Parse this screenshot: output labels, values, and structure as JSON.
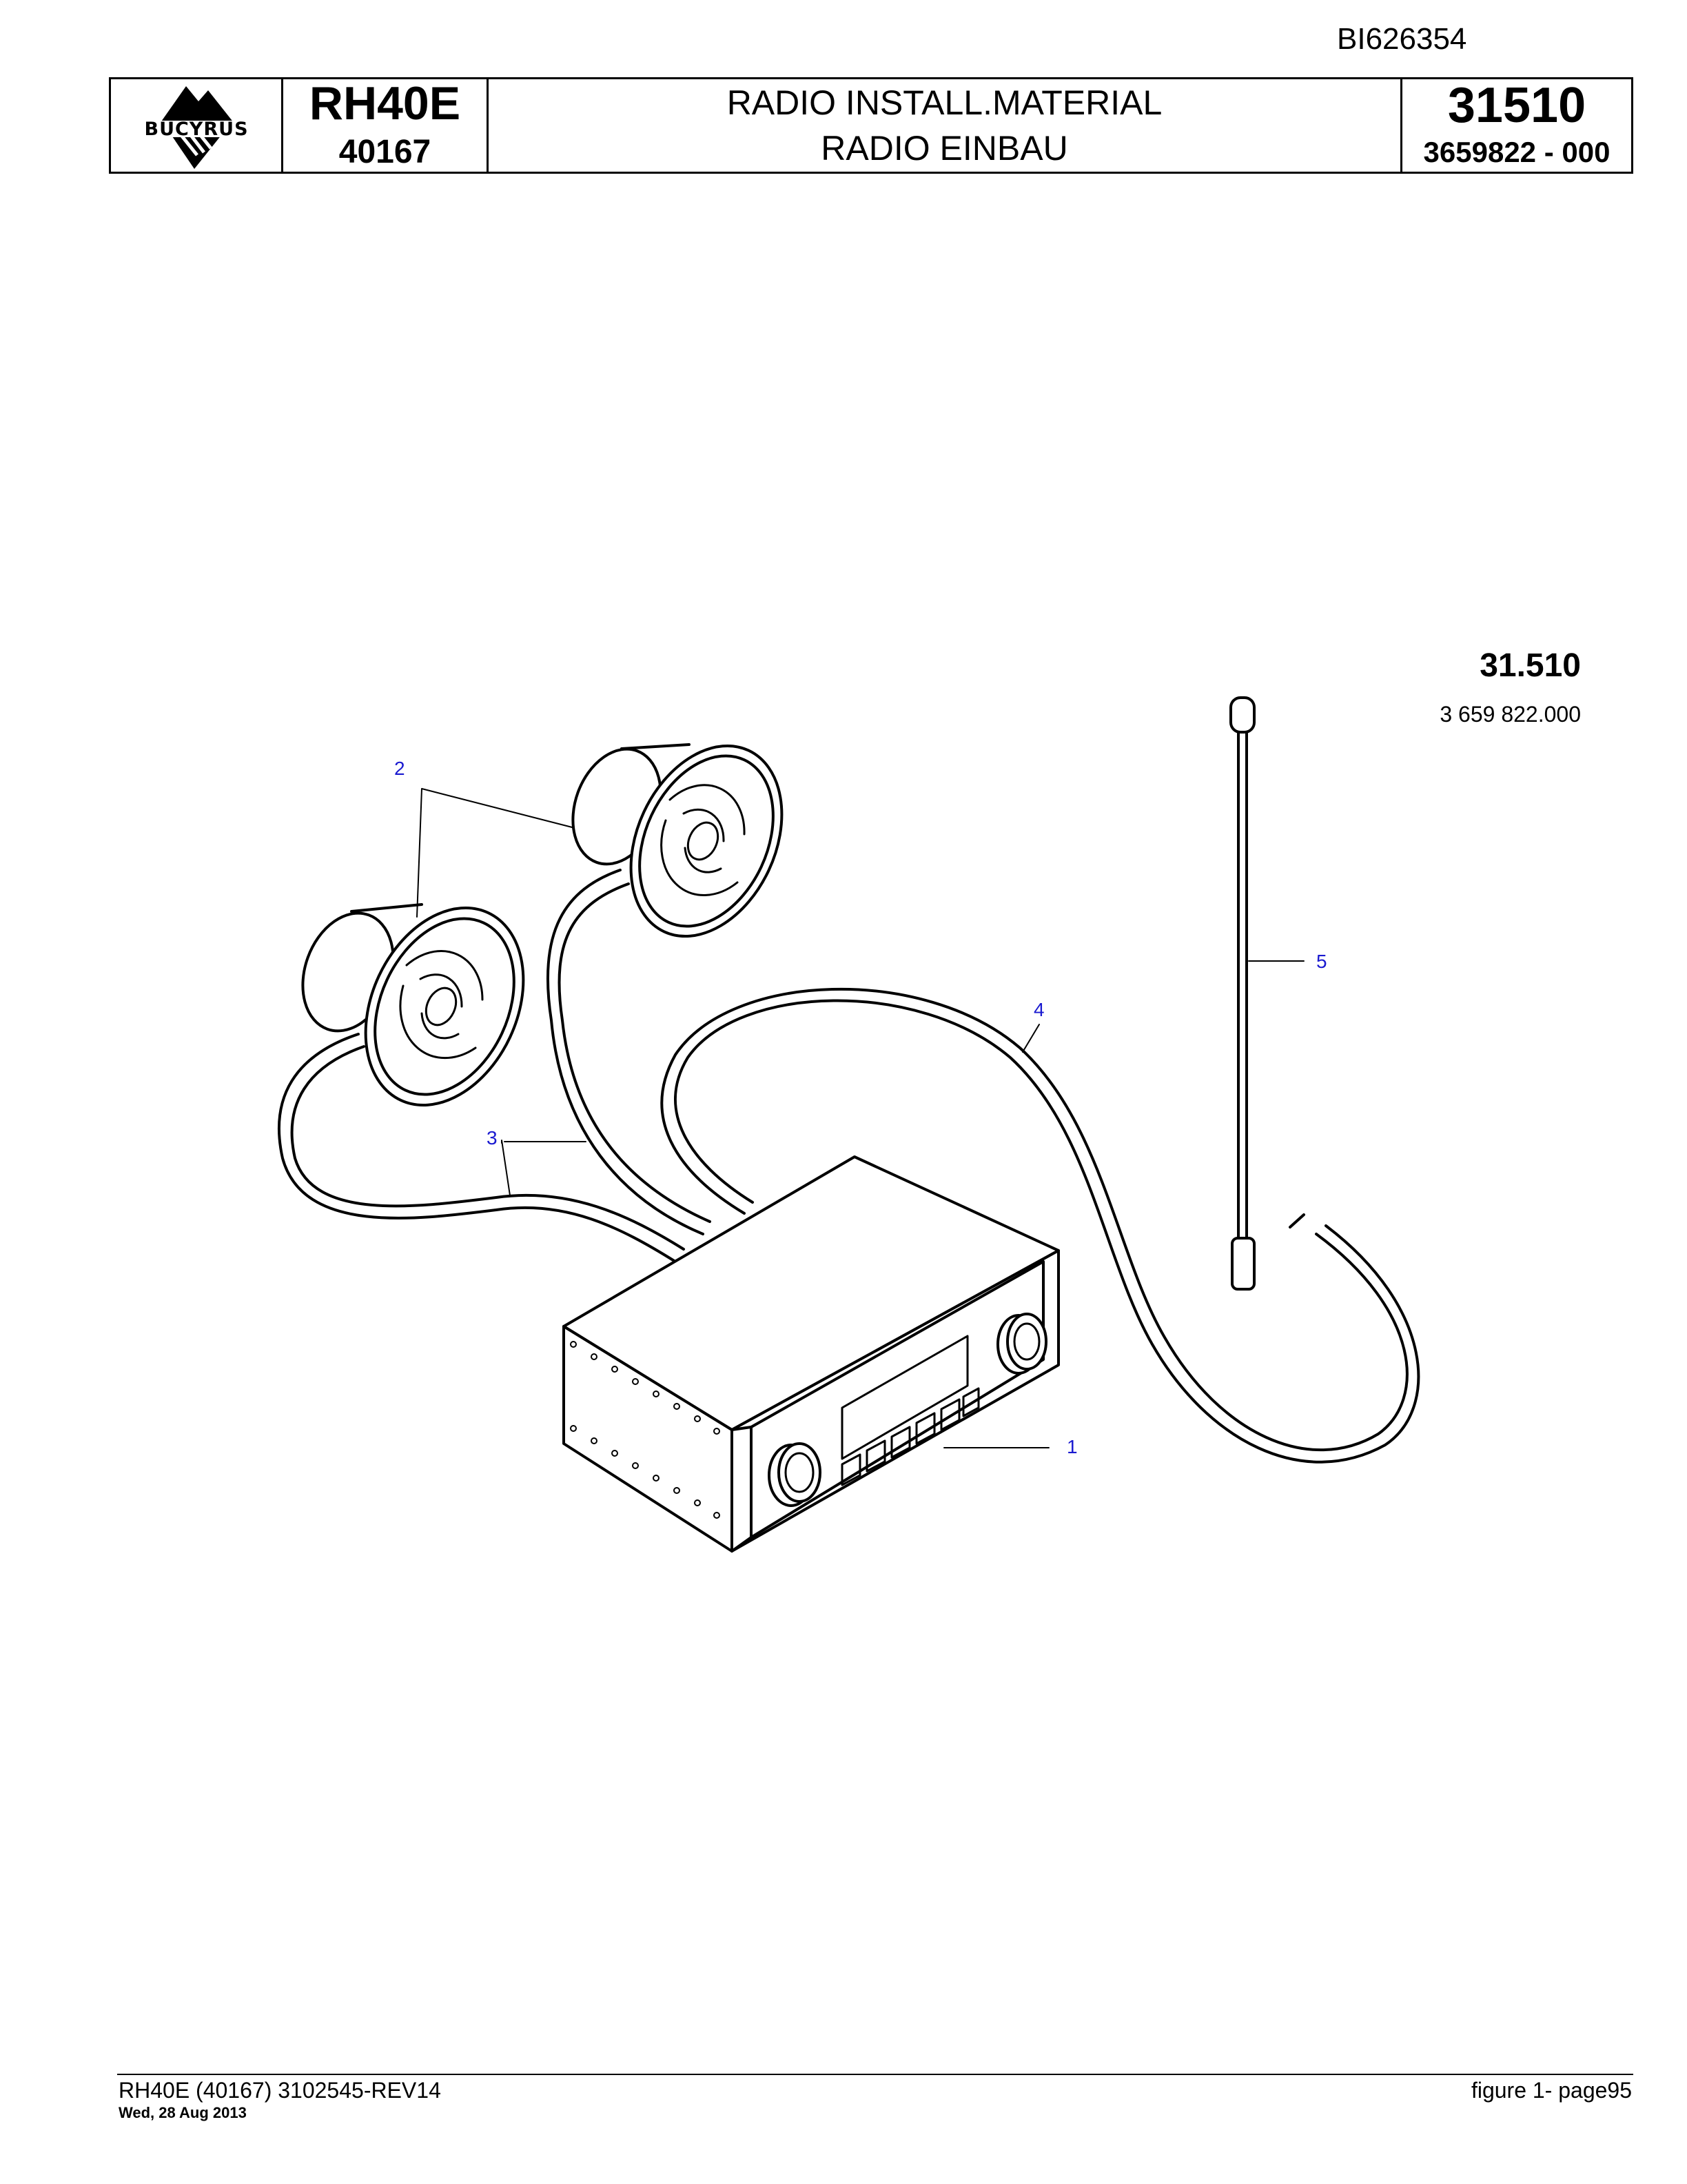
{
  "doc_id": "BI626354",
  "header": {
    "logo_text": "BUCYRUS",
    "model": "RH40E",
    "model_number": "40167",
    "title_en": "RADIO INSTALL.MATERIAL",
    "title_de": "RADIO EINBAU",
    "section_number": "31510",
    "part_number": "3659822  - 000"
  },
  "drawing": {
    "section_ref": "31.510",
    "part_ref": "3 659 822.000",
    "callouts": [
      "1",
      "2",
      "3",
      "4",
      "5"
    ]
  },
  "footer": {
    "left": "RH40E (40167) 3102545-REV14",
    "date": "Wed, 28 Aug 2013",
    "right": "figure  1- page95"
  }
}
